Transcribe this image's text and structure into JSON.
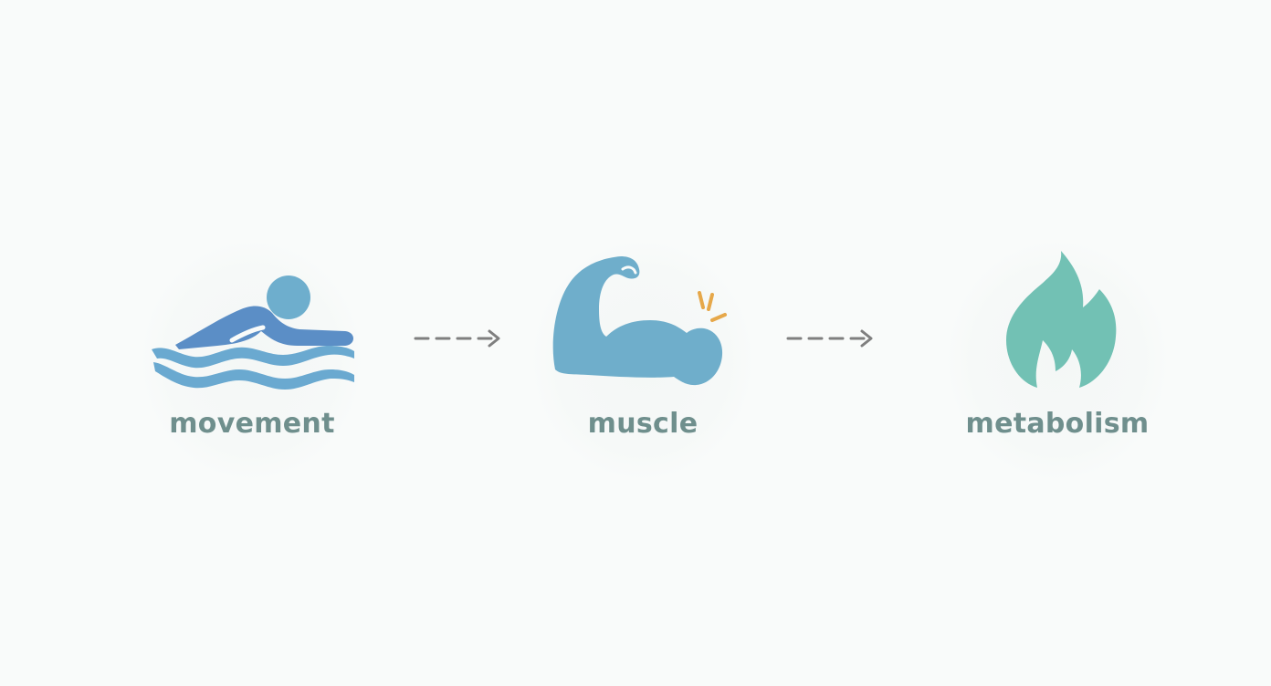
{
  "steps": [
    {
      "label": "movement",
      "icon": "swimmer-icon"
    },
    {
      "label": "muscle",
      "icon": "flexed-bicep-icon"
    },
    {
      "label": "metabolism",
      "icon": "flame-icon"
    }
  ],
  "colors": {
    "background": "#f9fbfa",
    "label_text": "#6f8f8d",
    "swimmer_body": "#5b8ec6",
    "swimmer_head": "#6eaecd",
    "wave": "#6aa9d0",
    "muscle": "#6faecb",
    "spark": "#e6a84a",
    "flame": "#72c1b4",
    "arrow": "#7f7f7f"
  }
}
